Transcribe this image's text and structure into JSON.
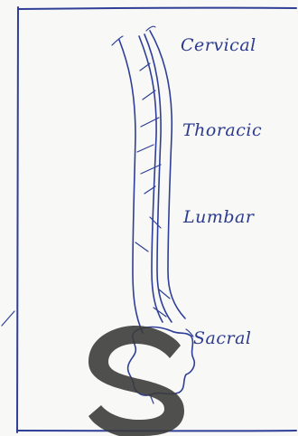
{
  "labels": {
    "cervical": "Cervical",
    "thoracic": "Thoracic",
    "lumbar": "Lumbar",
    "sacral": "Sacral"
  },
  "colors": {
    "ink": "#2f3f97",
    "paper": "#f8f8f6",
    "watermark": "#3c3c3c"
  }
}
